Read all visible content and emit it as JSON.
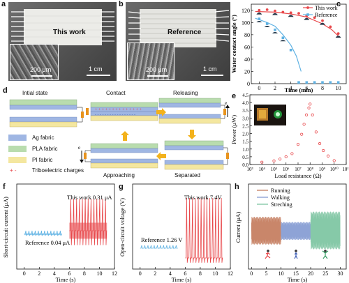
{
  "panels": {
    "a": {
      "label": "a",
      "caption": "This work",
      "sem_scale": "200 μm",
      "photo_scale": "1 cm"
    },
    "b": {
      "label": "b",
      "caption": "Reference",
      "sem_scale": "200 μm",
      "photo_scale": "1 cm"
    },
    "c": {
      "label": "c"
    },
    "d": {
      "label": "d",
      "stages": {
        "initial": "Intial state",
        "contact": "Contact",
        "releasing": "Releasing",
        "approaching": "Approaching",
        "separated": "Separated"
      },
      "legend": {
        "ag": "Ag fabric",
        "pla": "PLA fabric",
        "pi": "PI fabric",
        "charges": "Triboelectric charges"
      },
      "charge_glyphs": "+ -",
      "electron": "e",
      "colors": {
        "ag": "#9fb6e3",
        "pla": "#b9dcae",
        "pi": "#f4e7a0",
        "arrow": "#f3b21c"
      }
    },
    "e": {
      "label": "e"
    },
    "f": {
      "label": "f"
    },
    "g": {
      "label": "g"
    },
    "h": {
      "label": "h"
    }
  },
  "chart_data": [
    {
      "id": "c",
      "type": "scatter",
      "title": "",
      "xlabel": "Time (min)",
      "ylabel": "Water contact angle (°)",
      "xlim": [
        -1,
        11
      ],
      "ylim": [
        0,
        130
      ],
      "xticks": [
        0,
        2,
        4,
        6,
        8,
        10
      ],
      "yticks": [
        0,
        20,
        40,
        60,
        80,
        100,
        120
      ],
      "legend": "top-right",
      "series": [
        {
          "name": "This work",
          "color": "#e8474a",
          "marker": "circle",
          "x": [
            0,
            1,
            2,
            3,
            4,
            5,
            6,
            7,
            8,
            9,
            10
          ],
          "y": [
            120,
            121,
            119,
            117,
            116,
            115,
            111,
            108,
            103,
            93,
            82
          ],
          "fit": [
            [
              -0.5,
              118
            ],
            [
              2,
              117
            ],
            [
              4,
              114
            ],
            [
              6,
              109
            ],
            [
              8,
              98
            ],
            [
              9.2,
              88
            ],
            [
              10,
              78
            ]
          ]
        },
        {
          "name": "Reference",
          "color": "#5fb2e3",
          "marker": "square",
          "x": [
            0,
            1,
            2,
            3,
            4,
            5,
            6,
            7,
            8,
            9,
            10
          ],
          "y": [
            106,
            98,
            88,
            75,
            55,
            2,
            2,
            2,
            2,
            2,
            2
          ],
          "fit": [
            [
              -0.5,
              107
            ],
            [
              1,
              100
            ],
            [
              2,
              94
            ],
            [
              3,
              80
            ],
            [
              4,
              63
            ],
            [
              4.7,
              45
            ],
            [
              5.3,
              20
            ]
          ]
        }
      ]
    },
    {
      "id": "e",
      "type": "scatter",
      "xlabel": "Load resistance (Ω)",
      "ylabel": "Power (μW)",
      "xscale": "log",
      "xlim_exp": [
        3,
        11
      ],
      "ylim": [
        0,
        4.5
      ],
      "xtick_labels": [
        "10³",
        "10⁴",
        "10⁵",
        "10⁶",
        "10⁷",
        "10⁸",
        "10⁹",
        "10¹⁰",
        "10¹¹"
      ],
      "yticks": [
        0.0,
        0.5,
        1.0,
        1.5,
        2.0,
        2.5,
        3.0,
        3.5,
        4.0,
        4.5
      ],
      "series": [
        {
          "name": "",
          "color": "#e8474a",
          "marker": "circle-open",
          "x_exp": [
            4,
            5,
            5.5,
            6,
            6.5,
            7,
            7.3,
            7.5,
            7.7,
            7.9,
            8,
            8.2,
            8.5,
            8.8,
            9.1,
            9.5,
            10
          ],
          "y": [
            0.15,
            0.23,
            0.35,
            0.5,
            0.7,
            1.3,
            1.95,
            2.6,
            3.2,
            3.65,
            3.9,
            3.2,
            2.1,
            1.35,
            0.9,
            0.55,
            0.25
          ]
        }
      ]
    },
    {
      "id": "f",
      "type": "line",
      "xlabel": "Time (s)",
      "ylabel": "Short-circuit current (μA)",
      "xlim": [
        -1,
        12
      ],
      "xticks": [
        0,
        2,
        4,
        6,
        8,
        10,
        12
      ],
      "annotations": [
        "This work 0.31 μA",
        "Reference 0.04 μA"
      ],
      "series": [
        {
          "name": "Reference",
          "color": "#5fb2e3",
          "t": [
            0,
            5
          ],
          "peaks": 12,
          "amplitude": 0.04
        },
        {
          "name": "This work",
          "color": "#e8474a",
          "t": [
            6,
            11
          ],
          "peaks": 13,
          "amplitude": 0.31
        }
      ]
    },
    {
      "id": "g",
      "type": "line",
      "xlabel": "Time (s)",
      "ylabel": "Open-circuit voltage (V)",
      "xlim": [
        -1,
        12
      ],
      "xticks": [
        0,
        2,
        4,
        6,
        8,
        10,
        12
      ],
      "annotations": [
        "This work 7.4V",
        "Reference 1.26 V"
      ],
      "series": [
        {
          "name": "Reference",
          "color": "#5fb2e3",
          "t": [
            0,
            5
          ],
          "peaks": 12,
          "amplitude": 1.26
        },
        {
          "name": "This work",
          "color": "#e8474a",
          "t": [
            6,
            11
          ],
          "peaks": 13,
          "amplitude": 7.4
        }
      ]
    },
    {
      "id": "h",
      "type": "line",
      "xlabel": "Time (s)",
      "ylabel": "Current (μA)",
      "xlim": [
        -1,
        32
      ],
      "xticks": [
        0,
        5,
        10,
        15,
        20,
        25,
        30
      ],
      "legend": "top-left",
      "series": [
        {
          "name": "Running",
          "color": "#c9866a",
          "t": [
            0,
            10
          ],
          "amplitude": 0.7
        },
        {
          "name": "Walking",
          "color": "#8ea3d6",
          "t": [
            10,
            20
          ],
          "amplitude": 0.45
        },
        {
          "name": "Streching",
          "color": "#86c9a8",
          "t": [
            20,
            30
          ],
          "amplitude": 0.95
        }
      ]
    }
  ]
}
